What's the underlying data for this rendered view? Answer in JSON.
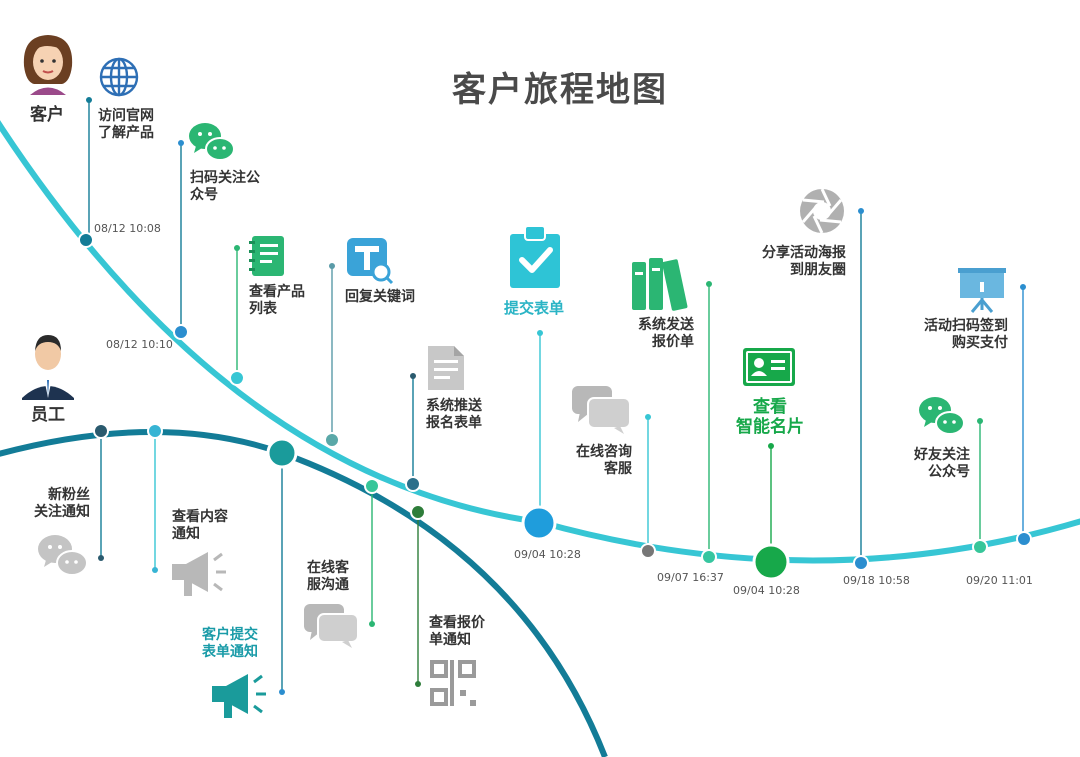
{
  "title": "客户旅程地图",
  "roles": {
    "customer": "客户",
    "staff": "员工"
  },
  "customer_steps": [
    {
      "label": "访问官网\n了解产品",
      "time": "08/12  10:08",
      "icon": "globe-icon"
    },
    {
      "label": "扫码关注公\n众号",
      "time": "08/12  10:10",
      "icon": "wechat-icon"
    },
    {
      "label": "查看产品\n列表",
      "icon": "notebook-icon"
    },
    {
      "label": "回复关键词",
      "icon": "keyword-icon"
    },
    {
      "label": "系统推送\n报名表单",
      "icon": "document-icon"
    },
    {
      "label": "提交表单",
      "time": "09/04  10:28",
      "icon": "clipboard-check-icon"
    },
    {
      "label": "在线咨询\n客服",
      "time": "09/07  16:37",
      "icon": "chat-bubbles-icon"
    },
    {
      "label": "系统发送\n报价单",
      "icon": "binders-icon"
    },
    {
      "label": "查看\n智能名片",
      "time": "09/04  10:28",
      "icon": "business-card-icon"
    },
    {
      "label": "分享活动海报\n到朋友圈",
      "time": "09/18  10:58",
      "icon": "aperture-icon"
    },
    {
      "label": "好友关注\n公众号",
      "time": "09/20  11:01",
      "icon": "wechat-icon"
    },
    {
      "label": "活动扫码签到\n购买支付",
      "icon": "presentation-icon"
    }
  ],
  "staff_steps": [
    {
      "label": "新粉丝\n关注通知",
      "icon": "wechat-icon"
    },
    {
      "label": "查看内容\n通知",
      "icon": "megaphone-icon"
    },
    {
      "label": "客户提交\n表单通知",
      "icon": "megaphone-icon"
    },
    {
      "label": "在线客\n服沟通",
      "icon": "chat-bubbles-icon"
    },
    {
      "label": "查看报价\n单通知",
      "icon": "qr-code-icon"
    }
  ],
  "colors": {
    "customer_curve": "#37c6d4",
    "staff_curve": "#137c97",
    "text": "#333333",
    "title": "#4a4a4a",
    "accent_green": "#17a84a",
    "accent_teal": "#2ab4c5"
  }
}
